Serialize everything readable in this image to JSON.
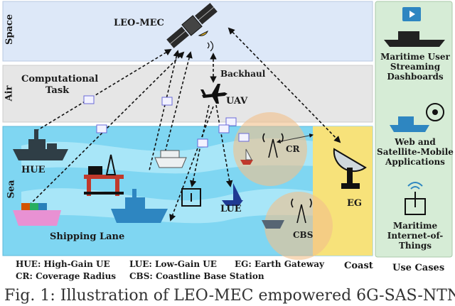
{
  "bands": {
    "space": "Space",
    "air": "Air",
    "sea": "Sea"
  },
  "nodes": {
    "leo_mec": "LEO-MEC",
    "computational_task_line1": "Computational",
    "computational_task_line2": "Task",
    "backhaul": "Backhaul",
    "uav": "UAV",
    "hue": "HUE",
    "lue": "LUE",
    "cr": "CR",
    "cbs": "CBS",
    "eg": "EG",
    "shipping_lane": "Shipping Lane",
    "coast": "Coast"
  },
  "use_cases": {
    "title": "Use Cases",
    "item1": [
      "Maritime User",
      "Streaming",
      "Dashboards"
    ],
    "item2": [
      "Web and",
      "Satellite-Mobile",
      "Applications"
    ],
    "item3": [
      "Maritime",
      "Internet-of-",
      "Things"
    ]
  },
  "legend": {
    "row1": [
      "HUE: High-Gain UE",
      "LUE: Low-Gain UE",
      "EG: Earth Gateway"
    ],
    "row2": [
      "CR: Coverage Radius",
      "CBS: Coastline Base Station"
    ]
  },
  "caption": "Fig. 1: Illustration of LEO-MEC empowered 6G-SAS-NTN",
  "colors": {
    "space_band": "#dde8f8",
    "air_band": "#e6e6e6",
    "sea_band": "#7fd6f2",
    "coast_band": "#f7e27a",
    "use_case_panel": "#d6ecd6",
    "coverage": "#f2c08a"
  }
}
